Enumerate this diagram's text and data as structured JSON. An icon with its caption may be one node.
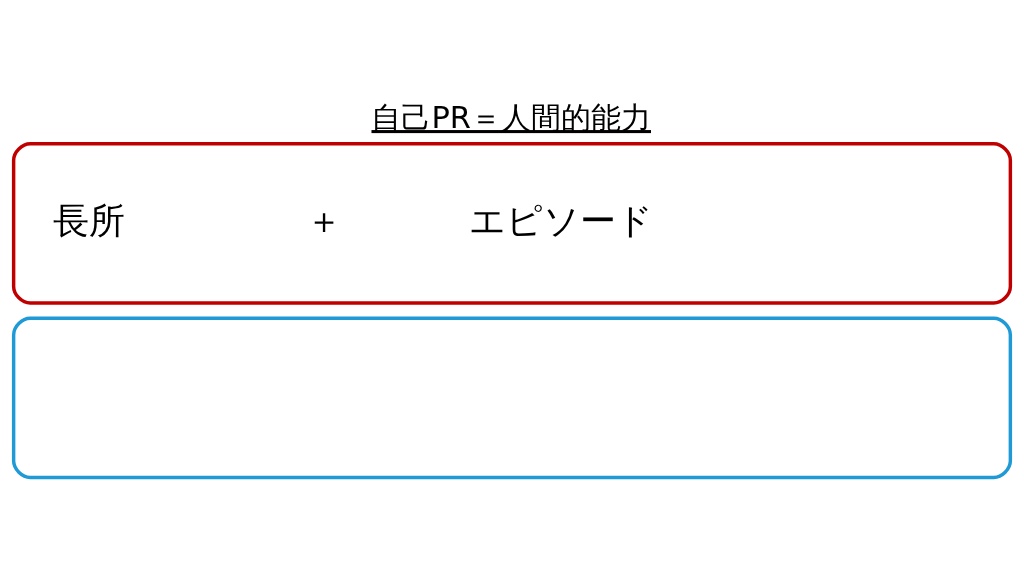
{
  "diagram": {
    "title": "自己PR＝人間的能力",
    "nodes": [
      {
        "text": [
          "長所",
          "＋",
          "エピソード"
        ]
      },
      {
        "text": [],
        "shape": "box"
      }
    ]
  }
}
